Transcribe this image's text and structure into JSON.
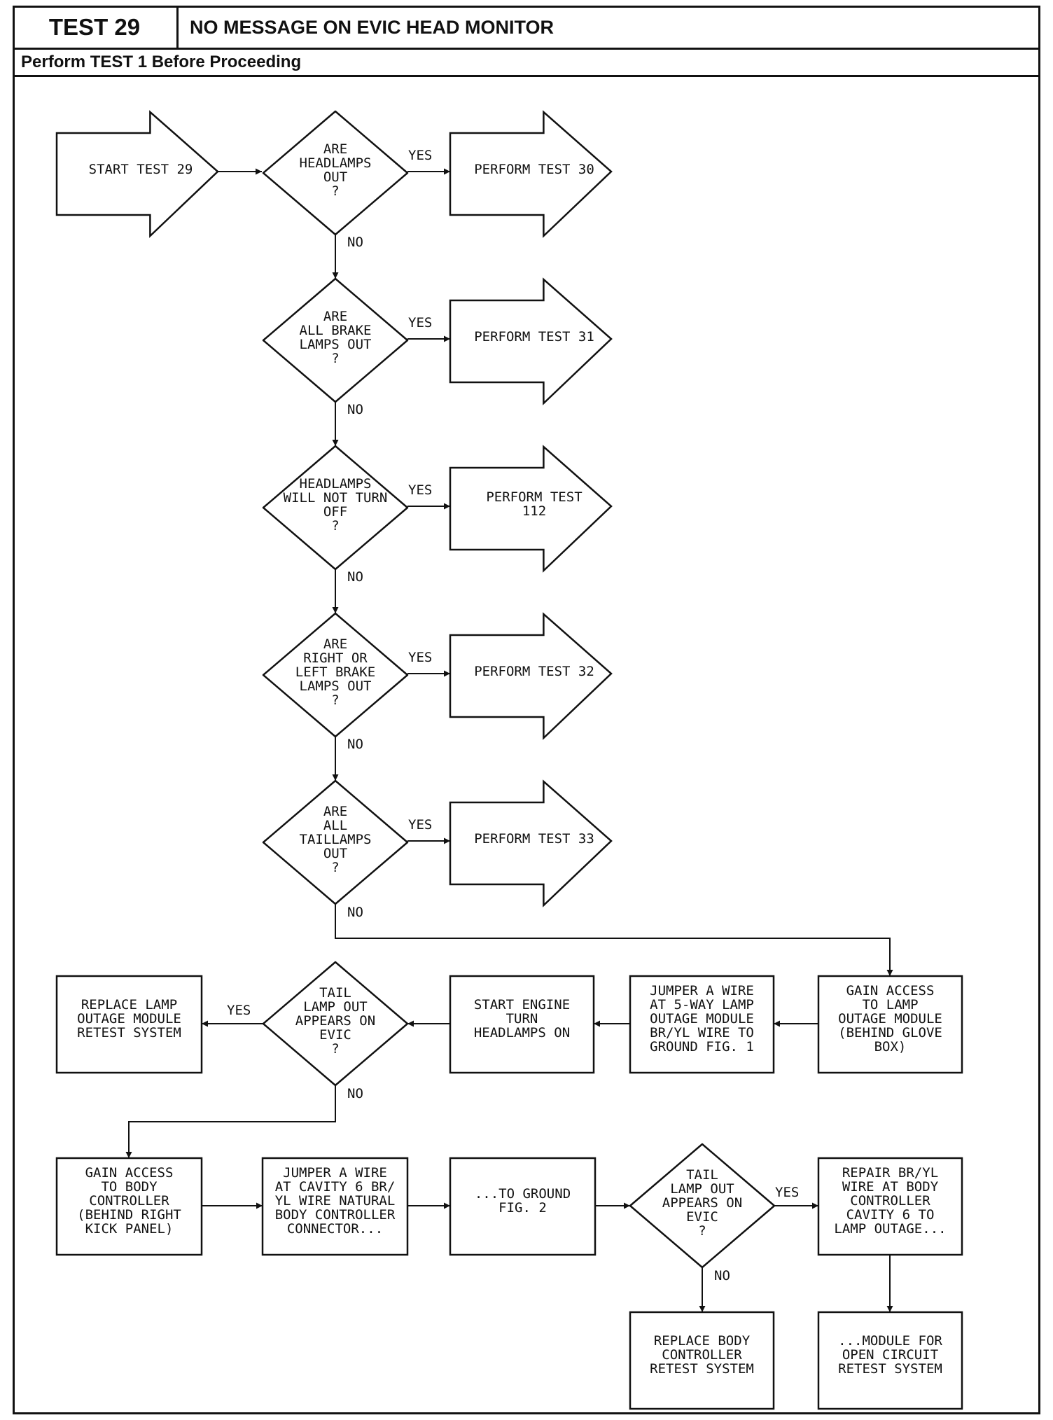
{
  "header": {
    "test_number": "TEST 29",
    "title": "NO MESSAGE ON EVIC HEAD MONITOR",
    "prerequisite": "Perform TEST 1 Before Proceeding"
  },
  "flow": {
    "start": [
      "START TEST 29"
    ],
    "q_headlamps_out": [
      "ARE",
      "HEADLAMPS",
      "OUT",
      "?"
    ],
    "perform_test_30": [
      "PERFORM TEST 30"
    ],
    "q_brake_lamps_out": [
      "ARE",
      "ALL BRAKE",
      "LAMPS OUT",
      "?"
    ],
    "perform_test_31": [
      "PERFORM TEST 31"
    ],
    "q_headlamps_not_off": [
      "HEADLAMPS",
      "WILL NOT TURN",
      "OFF",
      "?"
    ],
    "perform_test_112": [
      "PERFORM TEST",
      "112"
    ],
    "q_right_left_brake": [
      "ARE",
      "RIGHT OR",
      "LEFT BRAKE",
      "LAMPS OUT",
      "?"
    ],
    "perform_test_32": [
      "PERFORM TEST 32"
    ],
    "q_taillamps_out": [
      "ARE",
      "ALL",
      "TAILLAMPS",
      "OUT",
      "?"
    ],
    "perform_test_33": [
      "PERFORM TEST 33"
    ],
    "gain_access_module": [
      "GAIN ACCESS",
      "TO LAMP",
      "OUTAGE MODULE",
      "(BEHIND GLOVE",
      "BOX)"
    ],
    "jumper_5way": [
      "JUMPER A WIRE",
      "AT 5-WAY LAMP",
      "OUTAGE MODULE",
      "BR/YL WIRE TO",
      "GROUND FIG. 1"
    ],
    "start_engine": [
      "START ENGINE",
      "TURN",
      "HEADLAMPS ON"
    ],
    "q_tail_lamp_evic_1": [
      "TAIL",
      "LAMP OUT",
      "APPEARS ON",
      "EVIC",
      "?"
    ],
    "replace_module": [
      "REPLACE LAMP",
      "OUTAGE MODULE",
      "RETEST SYSTEM"
    ],
    "gain_access_body": [
      "GAIN ACCESS",
      "TO BODY",
      "CONTROLLER",
      "(BEHIND RIGHT",
      "KICK PANEL)"
    ],
    "jumper_cavity6": [
      "JUMPER A WIRE",
      "AT CAVITY 6 BR/",
      "YL WIRE NATURAL",
      "BODY CONTROLLER",
      "CONNECTOR..."
    ],
    "to_ground_fig2": [
      "...TO GROUND",
      "FIG. 2"
    ],
    "q_tail_lamp_evic_2": [
      "TAIL",
      "LAMP OUT",
      "APPEARS ON",
      "EVIC",
      "?"
    ],
    "repair_wire": [
      "REPAIR BR/YL",
      "WIRE AT BODY",
      "CONTROLLER",
      "CAVITY 6 TO",
      "LAMP OUTAGE..."
    ],
    "replace_body_controller": [
      "REPLACE BODY",
      "CONTROLLER",
      "RETEST SYSTEM"
    ],
    "module_open_circuit": [
      "...MODULE FOR",
      "OPEN CIRCUIT",
      "RETEST SYSTEM"
    ]
  },
  "labels": {
    "yes": "YES",
    "no": "NO"
  }
}
